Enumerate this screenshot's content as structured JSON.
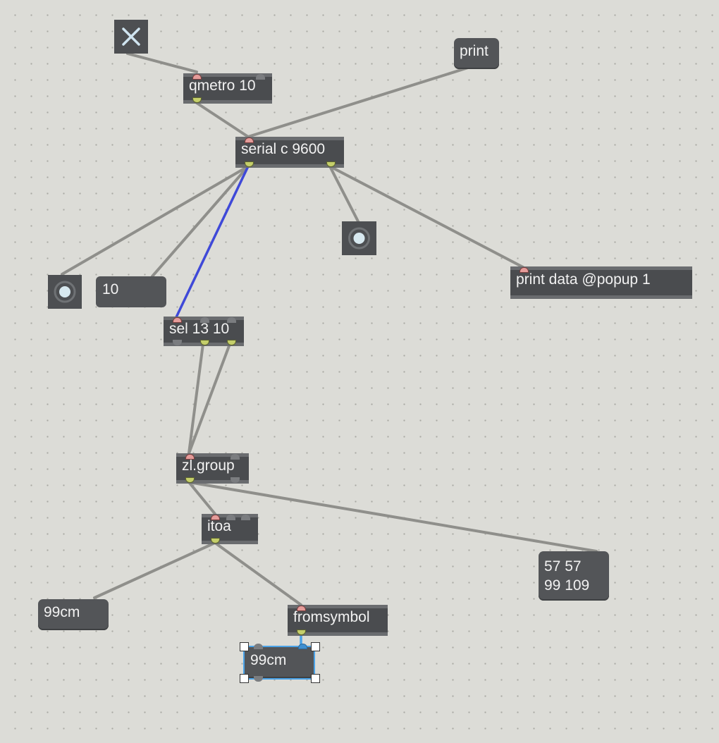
{
  "objects": {
    "qmetro": "qmetro 10",
    "serial": "serial c 9600",
    "print_data": "print data @popup 1",
    "sel": "sel 13 10",
    "zlgroup": "zl.group",
    "itoa": "itoa",
    "fromsymbol": "fromsymbol"
  },
  "messages": {
    "print": "print",
    "list_line1": "57 57",
    "list_line2": "99 109",
    "msg_99cm": "99cm",
    "msg_99cm_selected": "99cm"
  },
  "number_box": {
    "value": "10"
  },
  "toggle": {
    "state": "on",
    "icon": "x-icon"
  },
  "buttons": {
    "icon": "bang-icon"
  },
  "colors": {
    "canvas": "#dcdcd7",
    "box": "#4a4c4f",
    "cord": "#9a9a96",
    "selected_cord": "#3f49d8",
    "selection": "#4aa3e8",
    "inlet": "#e59c9a",
    "outlet": "#c5cf6b"
  }
}
